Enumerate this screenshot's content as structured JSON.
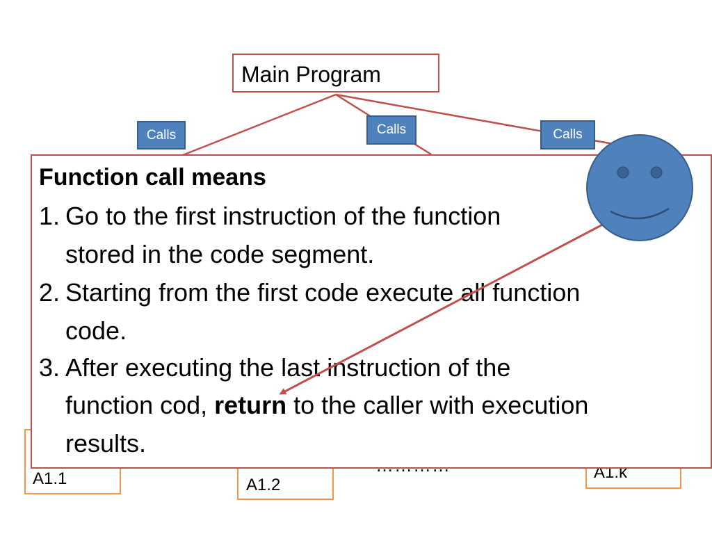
{
  "diagram": {
    "main_program": "Main Program",
    "calls_labels": [
      "Calls",
      "Calls",
      "Calls"
    ],
    "children": [
      "A1.1",
      "A1.2",
      "A1.k"
    ],
    "ellipsis": "…………"
  },
  "overlay": {
    "title": "Function call means",
    "items": [
      {
        "number": "1.",
        "line1": "Go to the first  instruction of  the function",
        "line2": "stored in the code segment."
      },
      {
        "number": "2.",
        "line1": "Starting from the first code execute all  function",
        "line2": "code."
      },
      {
        "number": "3.",
        "line1": "After executing the last instruction of the",
        "line2_before": "function cod, ",
        "line2_bold": "return",
        "line2_after": " to the caller with execution",
        "line3": "results."
      }
    ]
  },
  "colors": {
    "line_red": "#c0504d",
    "calls_blue": "#4f81bd",
    "child_orange": "#f79646",
    "smiley_blue": "#4f81bd"
  }
}
